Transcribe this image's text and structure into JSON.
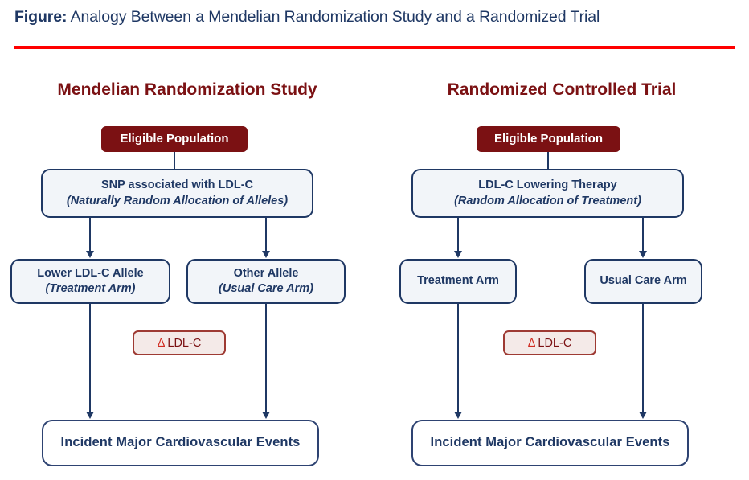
{
  "figure": {
    "title_lead": "Figure:",
    "title_rest": " Analogy Between a Mendelian Randomization Study and a Randomized Trial",
    "rule_color": "#FF0000",
    "title_color": "#1F3864"
  },
  "palette": {
    "heading_maroon": "#7B1113",
    "node_border_blue": "#1F3864",
    "node_fill_blue": "#F2F5F9",
    "node_fill_white": "#FFFFFF",
    "delta_fill": "#F4EAE8",
    "delta_border": "#9E3A33",
    "delta_symbol_red": "#D02B20",
    "connector_blue": "#1F3864"
  },
  "panels": [
    {
      "id": "mendelian",
      "heading": "Mendelian Randomization Study",
      "source": {
        "label": "Eligible Population"
      },
      "allocation": {
        "line1": "SNP associated with LDL-C",
        "line2": "(Naturally Random Allocation of Alleles)"
      },
      "arms": [
        {
          "line1": "Lower LDL-C Allele",
          "line2": "(Treatment Arm)"
        },
        {
          "line1": "Other Allele",
          "line2": "(Usual Care Arm)"
        }
      ],
      "delta": {
        "symbol": "Δ",
        "label": "LDL-C"
      },
      "outcome": {
        "label": "Incident Major Cardiovascular Events"
      }
    },
    {
      "id": "rct",
      "heading": "Randomized Controlled Trial",
      "source": {
        "label": "Eligible Population"
      },
      "allocation": {
        "line1": "LDL-C Lowering Therapy",
        "line2": "(Random Allocation of Treatment)"
      },
      "arms": [
        {
          "line1": "Treatment Arm",
          "line2": ""
        },
        {
          "line1": "Usual Care Arm",
          "line2": ""
        }
      ],
      "delta": {
        "symbol": "Δ",
        "label": "LDL-C"
      },
      "outcome": {
        "label": "Incident Major Cardiovascular Events"
      }
    }
  ]
}
